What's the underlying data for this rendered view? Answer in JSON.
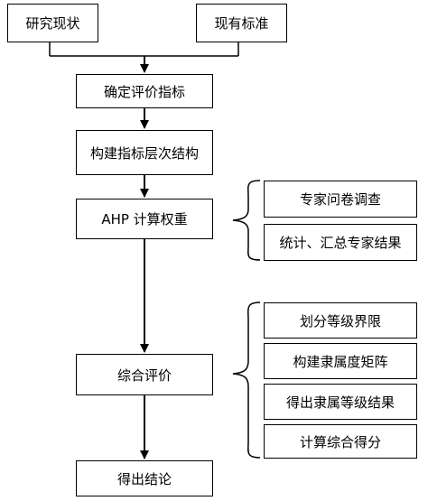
{
  "nodes": {
    "research_status": "研究现状",
    "existing_standards": "现有标准",
    "determine_indicators": "确定评价指标",
    "build_hierarchy": "构建指标层次结构",
    "ahp_weights": "AHP 计算权重",
    "comprehensive_eval": "综合评价",
    "conclusion": "得出结论"
  },
  "ahp_substeps": [
    "专家问卷调查",
    "统计、汇总专家结果"
  ],
  "eval_substeps": [
    "划分等级界限",
    "构建隶属度矩阵",
    "得出隶属等级结果",
    "计算综合得分"
  ]
}
